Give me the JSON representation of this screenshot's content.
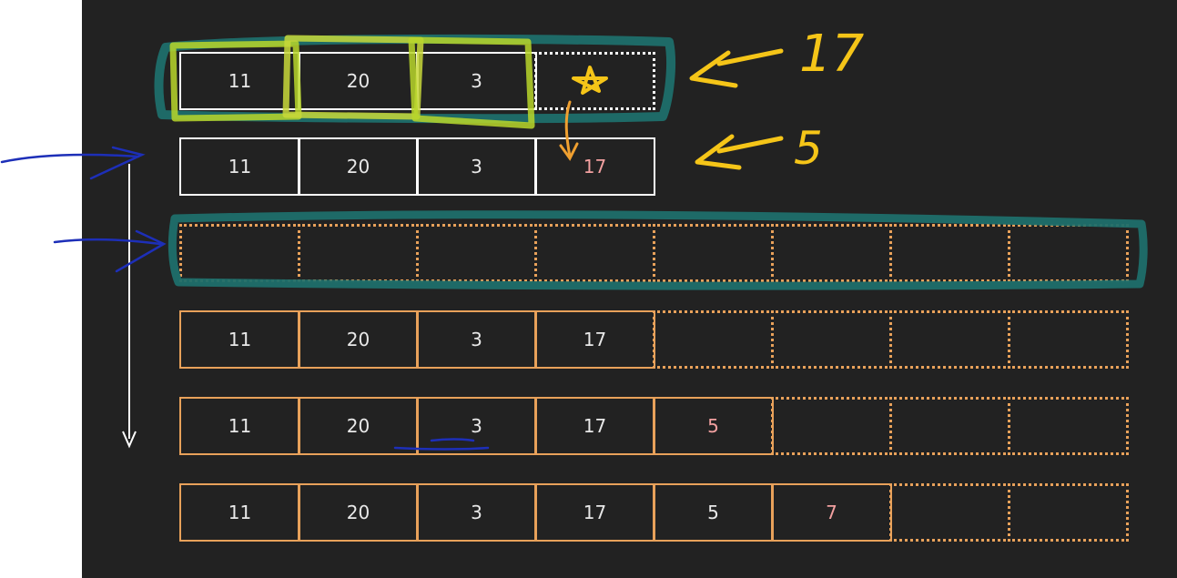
{
  "colors": {
    "background": "#222222",
    "white_outline": "#ffffff",
    "orange_outline": "#e8a15a",
    "new_value": "#f2a0a0",
    "teal_marker": "#1f6f6b",
    "yellow_marker": "#f5c518",
    "lime_marker": "#b8d62a",
    "blue_ink": "#1d2fb8"
  },
  "arrays": [
    {
      "id": "initial",
      "outline": "white",
      "cells": [
        {
          "value": "11",
          "style": "solid"
        },
        {
          "value": "20",
          "style": "solid"
        },
        {
          "value": "3",
          "style": "solid"
        },
        {
          "value": "",
          "style": "dotted"
        }
      ]
    },
    {
      "id": "after-insert",
      "outline": "white",
      "cells": [
        {
          "value": "11",
          "style": "solid"
        },
        {
          "value": "20",
          "style": "solid"
        },
        {
          "value": "3",
          "style": "solid"
        },
        {
          "value": "17",
          "style": "solid",
          "new": true
        }
      ]
    },
    {
      "id": "allocated",
      "outline": "orange",
      "cells": [
        {
          "value": "",
          "style": "dotted"
        },
        {
          "value": "",
          "style": "dotted"
        },
        {
          "value": "",
          "style": "dotted"
        },
        {
          "value": "",
          "style": "dotted"
        },
        {
          "value": "",
          "style": "dotted"
        },
        {
          "value": "",
          "style": "dotted"
        },
        {
          "value": "",
          "style": "dotted"
        },
        {
          "value": "",
          "style": "dotted"
        }
      ]
    },
    {
      "id": "copied",
      "outline": "orange",
      "cells": [
        {
          "value": "11",
          "style": "solid"
        },
        {
          "value": "20",
          "style": "solid"
        },
        {
          "value": "3",
          "style": "solid"
        },
        {
          "value": "17",
          "style": "solid"
        },
        {
          "value": "",
          "style": "dotted"
        },
        {
          "value": "",
          "style": "dotted"
        },
        {
          "value": "",
          "style": "dotted"
        },
        {
          "value": "",
          "style": "dotted"
        }
      ]
    },
    {
      "id": "append-5",
      "outline": "orange",
      "cells": [
        {
          "value": "11",
          "style": "solid"
        },
        {
          "value": "20",
          "style": "solid"
        },
        {
          "value": "3",
          "style": "solid"
        },
        {
          "value": "17",
          "style": "solid"
        },
        {
          "value": "5",
          "style": "solid",
          "new": true
        },
        {
          "value": "",
          "style": "dotted"
        },
        {
          "value": "",
          "style": "dotted"
        },
        {
          "value": "",
          "style": "dotted"
        }
      ]
    },
    {
      "id": "append-7",
      "outline": "orange",
      "cells": [
        {
          "value": "11",
          "style": "solid"
        },
        {
          "value": "20",
          "style": "solid"
        },
        {
          "value": "3",
          "style": "solid"
        },
        {
          "value": "17",
          "style": "solid"
        },
        {
          "value": "5",
          "style": "solid"
        },
        {
          "value": "7",
          "style": "solid",
          "new": true
        },
        {
          "value": "",
          "style": "dotted"
        },
        {
          "value": "",
          "style": "dotted"
        }
      ]
    }
  ],
  "annotations": {
    "insert_17": "17",
    "insert_5": "5"
  },
  "icons": [
    "star-icon",
    "down-arrow-icon",
    "double-arrow-icon",
    "timeline-arrow-icon"
  ]
}
